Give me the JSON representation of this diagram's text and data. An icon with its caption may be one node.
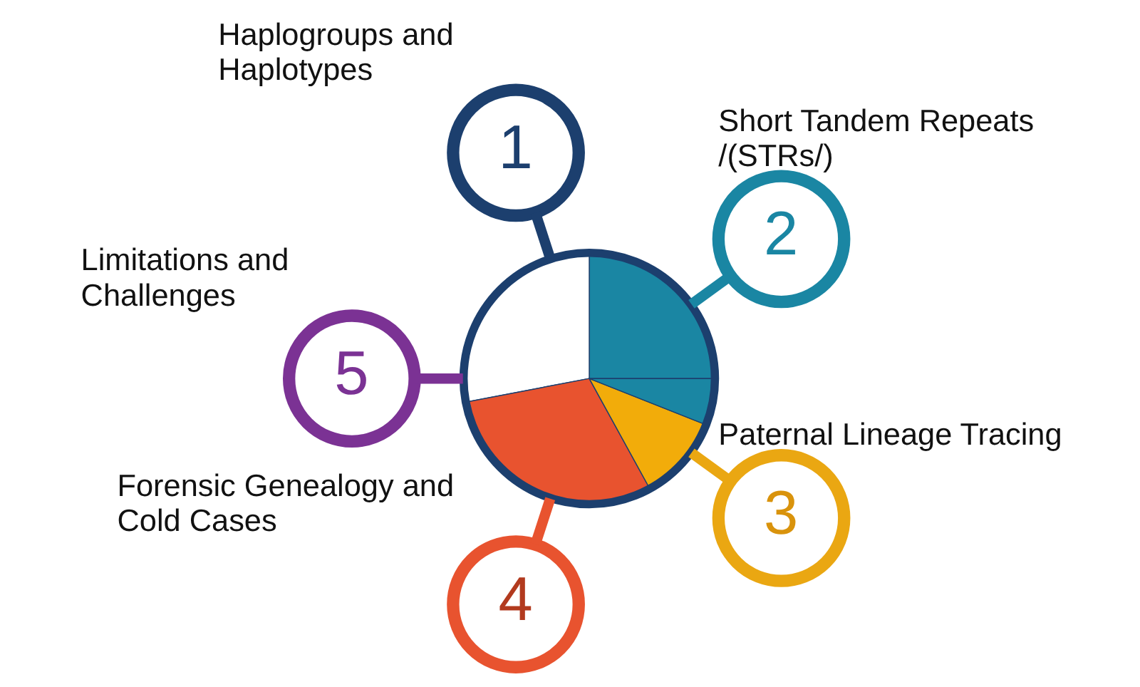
{
  "diagram": {
    "nodes": [
      {
        "text": [],
        "shape": "circle"
      },
      {
        "text": [
          "1"
        ],
        "beside": [
          "Haplogroups and Haplotypes"
        ]
      },
      {
        "text": [
          "2"
        ],
        "beside": [
          "Short Tandem Repeats /(STRs/)"
        ]
      },
      {
        "text": [
          "3"
        ],
        "beside": [
          "Paternal Lineage Tracing"
        ]
      },
      {
        "text": [
          "4"
        ],
        "beside": [
          "Forensic Genealogy and Cold Cases"
        ]
      },
      {
        "text": [
          "5"
        ],
        "beside": [
          "Limitations and Challenges"
        ]
      }
    ],
    "edges": [
      {
        "from": 0,
        "to": 1,
        "arrow": "none",
        "color": "#1c3f6e"
      },
      {
        "from": 0,
        "to": 2,
        "arrow": "none",
        "color": "#1a86a3"
      },
      {
        "from": 0,
        "to": 3,
        "arrow": "none",
        "color": "#eaa712"
      },
      {
        "from": 0,
        "to": 4,
        "arrow": "none",
        "color": "#e8532f"
      },
      {
        "from": 0,
        "to": 5,
        "arrow": "none",
        "color": "#7b3294"
      }
    ]
  }
}
